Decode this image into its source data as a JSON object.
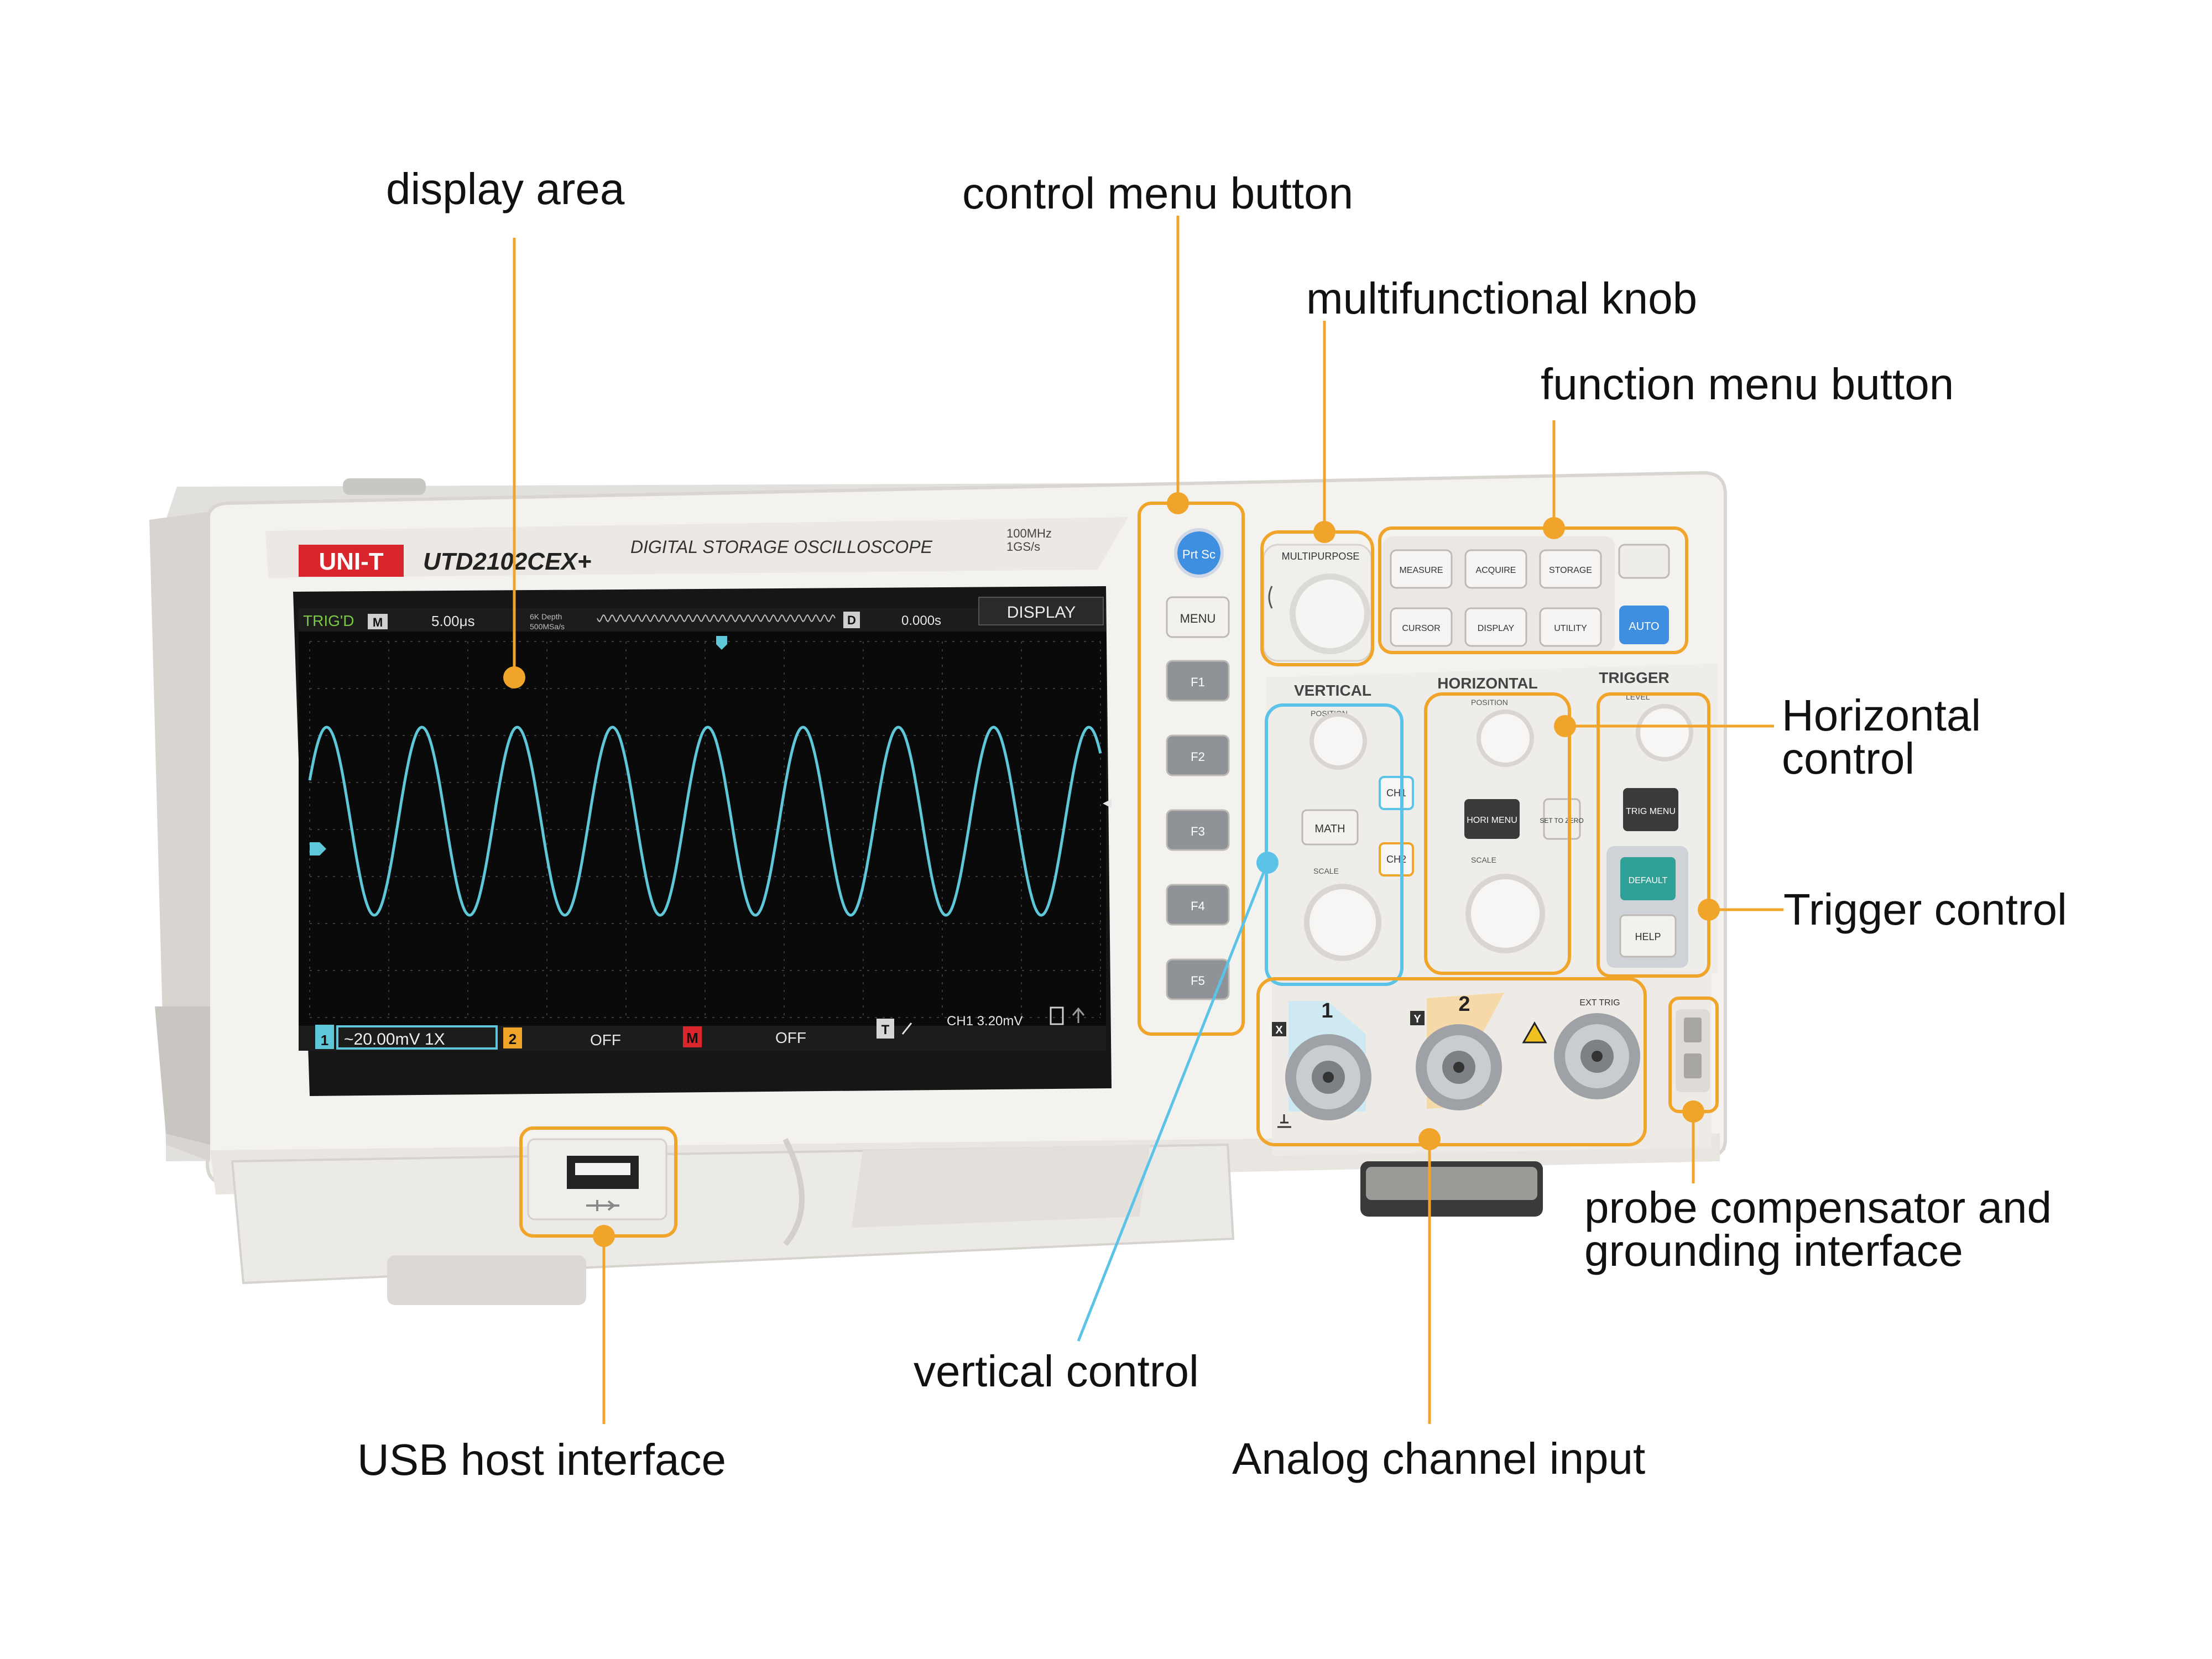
{
  "colors": {
    "leader_orange": "#f0a52a",
    "leader_blue": "#5bc3e8",
    "body_white": "#f3f1ee",
    "screen_black": "#0a0a0a",
    "waveform": "#5fc8d8",
    "brand_red": "#d8262c",
    "auto_blue": "#3f8fe0"
  },
  "labels": {
    "display_area": "display area",
    "control_menu_button": "control menu button",
    "multifunctional_knob": "multifunctional knob",
    "function_menu_button": "function menu button",
    "horizontal_control_1": "Horizontal",
    "horizontal_control_2": "control",
    "trigger_control": "Trigger control",
    "probe_1": "probe compensator and",
    "probe_2": "grounding interface",
    "vertical_control": "vertical control",
    "analog_channel_input": "Analog channel input",
    "usb_host_interface": "USB host interface"
  },
  "device": {
    "brand": "UNI-T",
    "model": "UTD2102CEX+",
    "subtitle": "DIGITAL STORAGE OSCILLOSCOPE",
    "spec_line_1": "100MHz",
    "spec_line_2": "1GS/s"
  },
  "screen": {
    "status": "TRIG'D",
    "mode_badge": "M",
    "timebase": "5.00μs",
    "memory_line_1": "6K Depth",
    "memory_line_2": "500MSa/s",
    "d_badge": "D",
    "delay": "0.000s",
    "menu_title": "DISPLAY",
    "ch1_badge": "1",
    "ch1_value": "~20.00mV 1X",
    "ch2_badge": "2",
    "ch2_value": "OFF",
    "math_badge": "M",
    "math_value": "OFF",
    "trig_badge": "T",
    "trig_value": "CH1 3.20mV",
    "wave_cycles": 8.3
  },
  "control_buttons": [
    "Prt Sc",
    "MENU",
    "F1",
    "F2",
    "F3",
    "F4",
    "F5"
  ],
  "function_buttons": {
    "row1": [
      "MEASURE",
      "ACQUIRE",
      "STORAGE"
    ],
    "row2": [
      "CURSOR",
      "DISPLAY",
      "UTILITY"
    ],
    "auto": "AUTO"
  },
  "knob_label": "MULTIPURPOSE",
  "sections": {
    "vertical": "VERTICAL",
    "horizontal": "HORIZONTAL",
    "trigger": "TRIGGER"
  },
  "vertical_panel": {
    "position": "POSITION",
    "math": "MATH",
    "scale": "SCALE",
    "ch1": "CH1",
    "ch2": "CH2"
  },
  "horizontal_panel": {
    "position": "POSITION",
    "hori_menu": "HORI MENU",
    "set_zero": "SET TO ZERO",
    "scale": "SCALE"
  },
  "trigger_panel": {
    "level": "LEVEL",
    "trig_menu": "TRIG MENU",
    "default": "DEFAULT",
    "help": "HELP"
  },
  "inputs": {
    "x_badge": "X",
    "ch1_num": "1",
    "y_badge": "Y",
    "ch2_num": "2",
    "ext": "EXT TRIG"
  }
}
